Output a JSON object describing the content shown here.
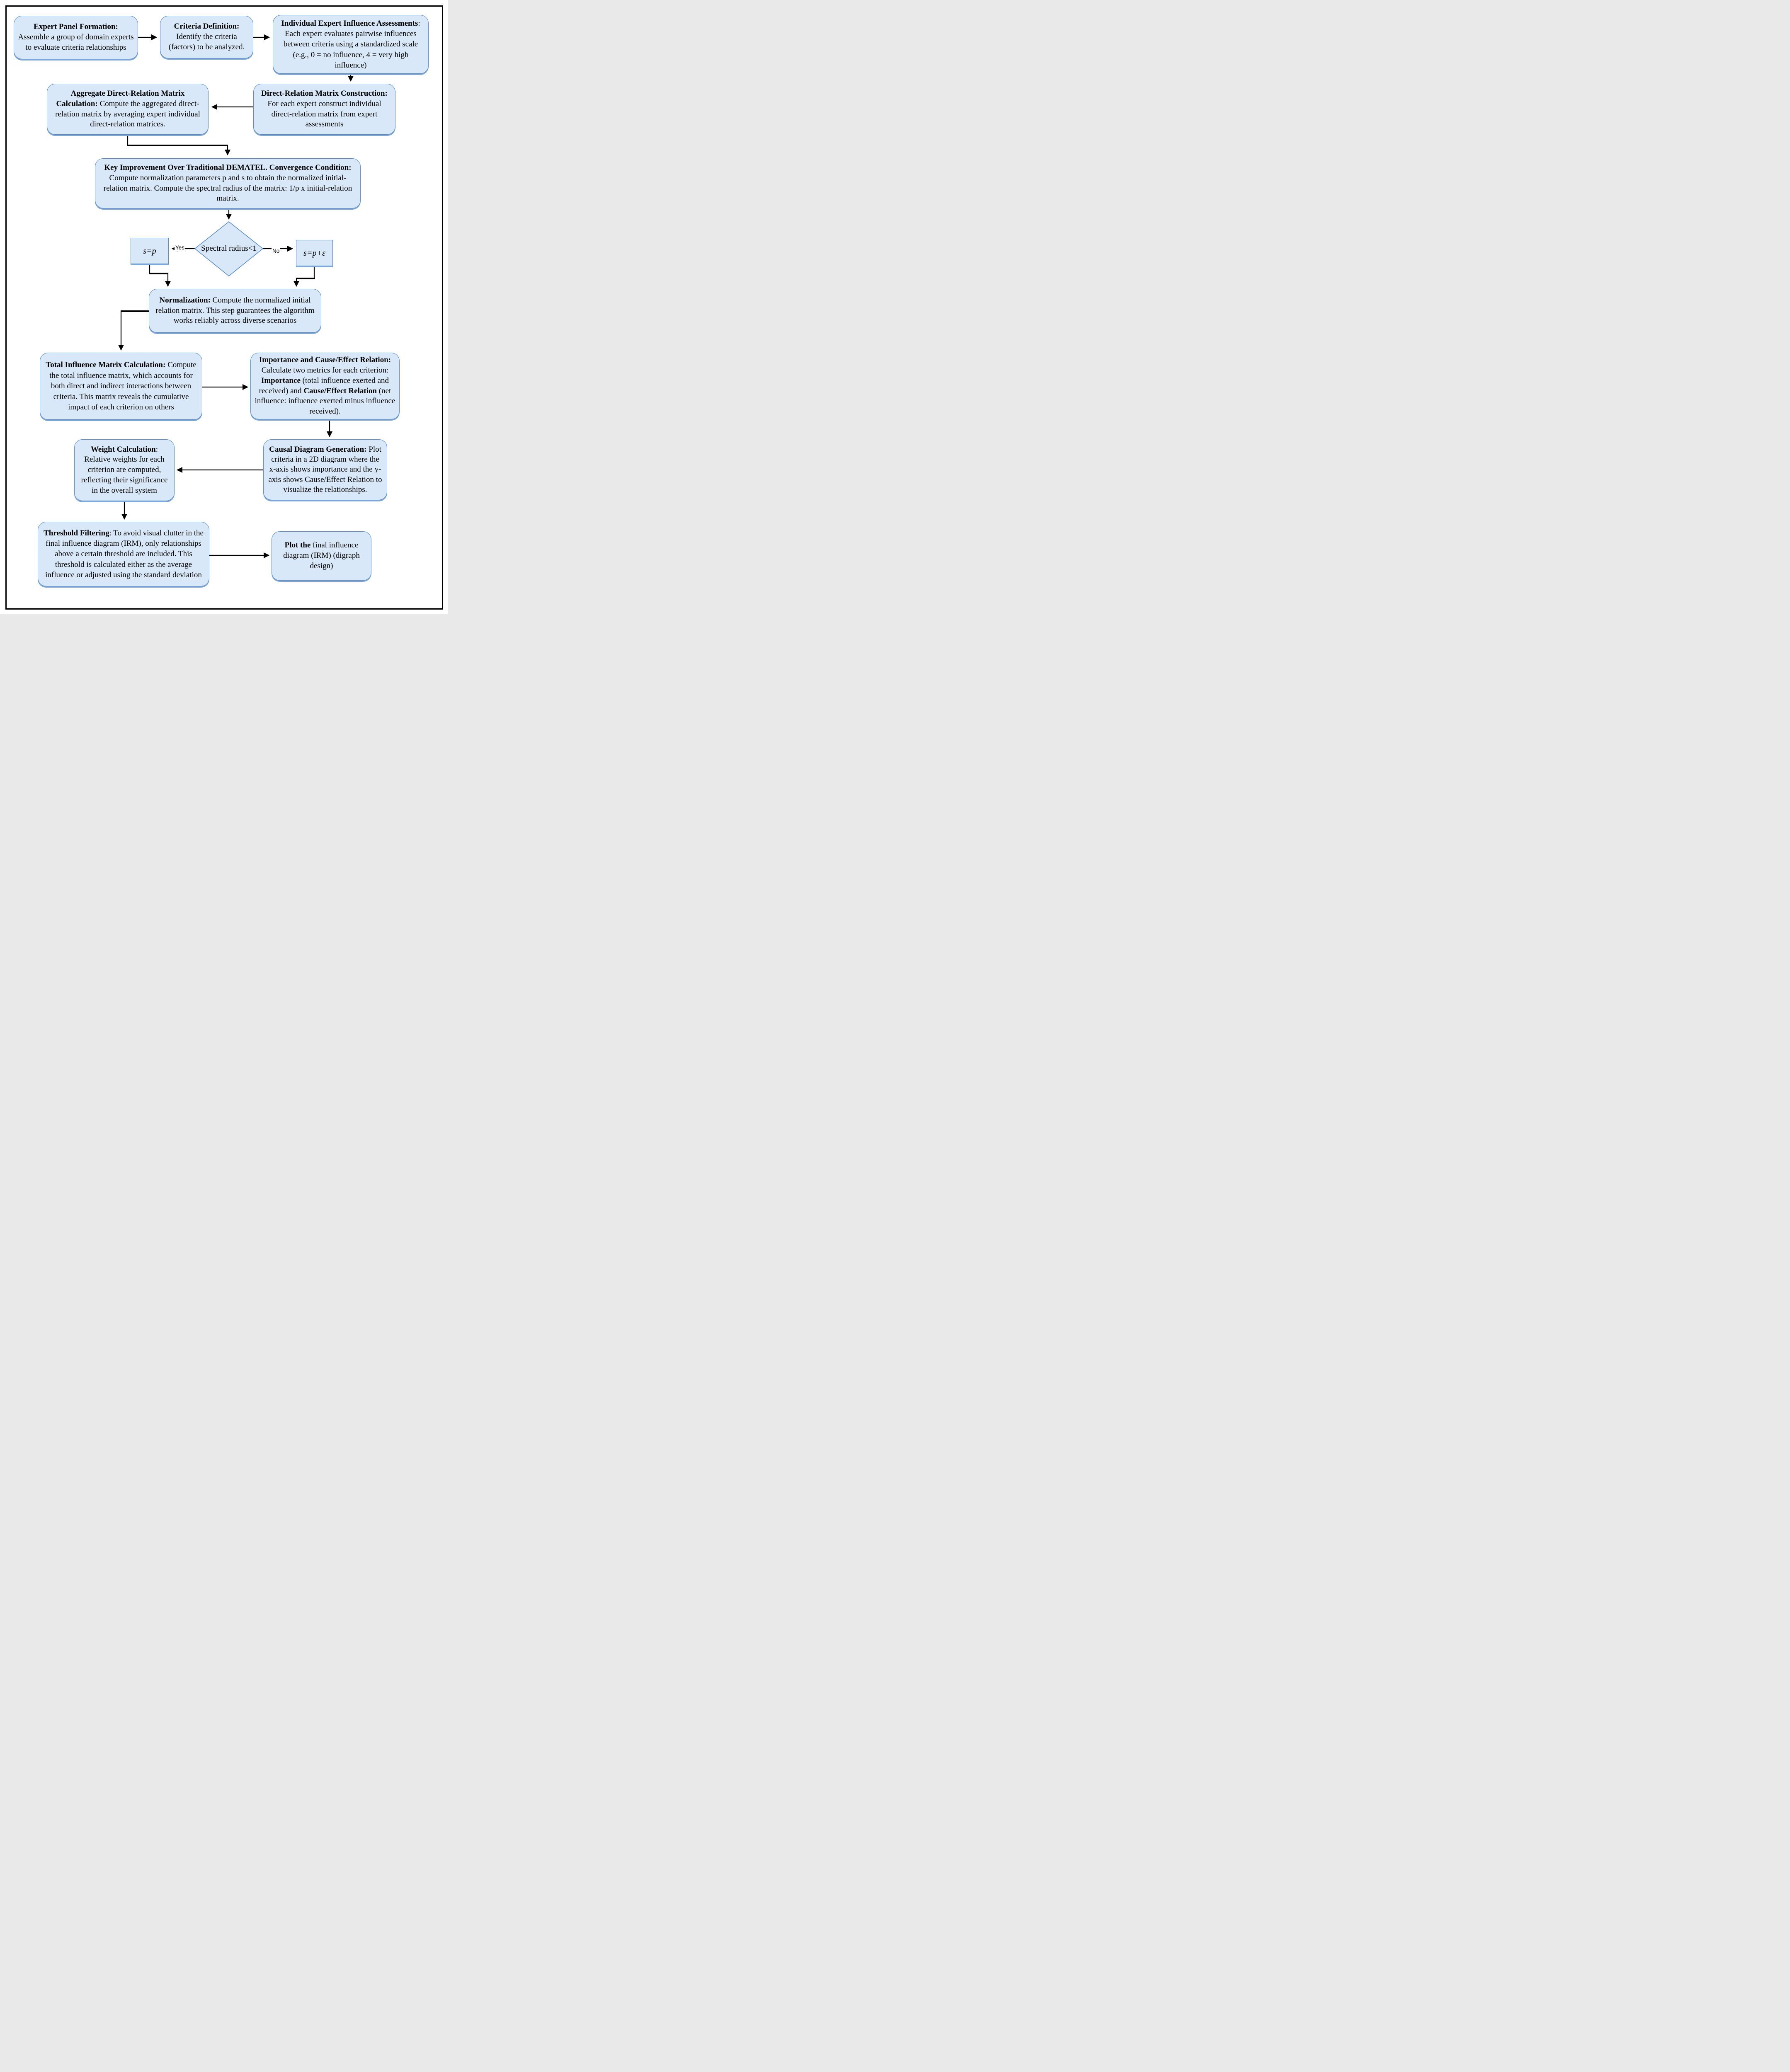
{
  "figure": {
    "type": "flowchart",
    "topic": "DEMATEL method steps"
  },
  "colors": {
    "node_fill": "#d9e8f8",
    "node_border": "#5b8cc4",
    "node_shadow": "#7fa7d6",
    "line": "#000000",
    "text": "#000000",
    "background": "#ffffff"
  },
  "nodes": {
    "expert_panel": {
      "segments": [
        {
          "text": "Expert Panel Formation:",
          "bold": true
        },
        {
          "text": " Assemble a group of domain experts to evaluate criteria relationships"
        }
      ]
    },
    "criteria_definition": {
      "segments": [
        {
          "text": "Criteria Definition:",
          "bold": true
        },
        {
          "text": " Identify the criteria (factors) to be analyzed."
        }
      ]
    },
    "individual_assessments": {
      "segments": [
        {
          "text": "Individual Expert Influence Assessments",
          "bold": true
        },
        {
          "text": ": Each expert evaluates pairwise influences between criteria using a standardized scale (e.g., 0 = no influence, 4 = very high influence)"
        }
      ]
    },
    "direct_relation_construction": {
      "segments": [
        {
          "text": "Direct-Relation Matrix Construction:",
          "bold": true
        },
        {
          "text": " For each expert construct individual direct-relation matrix from expert assessments"
        }
      ]
    },
    "aggregate_matrix": {
      "segments": [
        {
          "text": "Aggregate Direct-Relation Matrix Calculation:",
          "bold": true
        },
        {
          "text": " Compute the aggregated direct-relation matrix by averaging expert individual direct-relation matrices."
        }
      ]
    },
    "key_improvement": {
      "segments": [
        {
          "text": "Key Improvement Over Traditional DEMATEL. Convergence Condition:",
          "bold": true
        },
        {
          "text": " Compute normalization parameters p and s to obtain the normalized initial-relation matrix. Compute the spectral radius of the matrix: 1/p x initial-relation matrix."
        }
      ]
    },
    "spectral_decision": {
      "label": "Spectral radius<1"
    },
    "s_equals_p": {
      "segments": [
        {
          "text": "s=p",
          "italic": true
        }
      ]
    },
    "s_equals_p_plus_eps": {
      "segments": [
        {
          "text": "s=p+ε",
          "italic": true
        }
      ]
    },
    "normalization": {
      "segments": [
        {
          "text": "Normalization:",
          "bold": true
        },
        {
          "text": " Compute the normalized initial relation matrix. This step guarantees the algorithm works reliably across diverse scenarios"
        }
      ]
    },
    "total_influence": {
      "segments": [
        {
          "text": "Total Influence Matrix Calculation:",
          "bold": true
        },
        {
          "text": " Compute the total influence matrix, which accounts for both direct and indirect interactions between criteria. This matrix reveals the cumulative impact of each criterion on others"
        }
      ]
    },
    "importance_cause_effect": {
      "segments": [
        {
          "text": "Importance and Cause/Effect Relation:",
          "bold": true
        },
        {
          "text": " Calculate two metrics for each criterion: "
        },
        {
          "text": "Importance",
          "bold": true
        },
        {
          "text": " (total influence exerted and received) and "
        },
        {
          "text": "Cause/Effect Relation",
          "bold": true
        },
        {
          "text": " (net influence: influence exerted minus influence received)."
        }
      ]
    },
    "causal_diagram": {
      "segments": [
        {
          "text": "Causal Diagram Generation:",
          "bold": true
        },
        {
          "text": " Plot criteria in a 2D diagram where the x-axis shows importance and the y-axis shows Cause/Effect Relation to visualize the relationships."
        }
      ]
    },
    "weight_calculation": {
      "segments": [
        {
          "text": "Weight Calculation",
          "bold": true
        },
        {
          "text": ": Relative weights for each criterion are computed, reflecting their significance in the overall system"
        }
      ]
    },
    "threshold_filtering": {
      "segments": [
        {
          "text": "Threshold Filtering",
          "bold": true
        },
        {
          "text": ": To avoid visual clutter in the final influence diagram (IRM), only relationships above a certain threshold are included. This threshold is calculated either as the average influence or adjusted using the standard deviation"
        }
      ]
    },
    "plot_final": {
      "segments": [
        {
          "text": "Plot the",
          "bold": true
        },
        {
          "text": " final influence diagram (IRM) (digraph design)"
        }
      ]
    }
  },
  "decision_labels": {
    "yes": "Yes",
    "no": "No"
  },
  "edges": [
    {
      "from": "expert_panel",
      "to": "criteria_definition"
    },
    {
      "from": "criteria_definition",
      "to": "individual_assessments"
    },
    {
      "from": "individual_assessments",
      "to": "direct_relation_construction"
    },
    {
      "from": "direct_relation_construction",
      "to": "aggregate_matrix"
    },
    {
      "from": "aggregate_matrix",
      "to": "key_improvement"
    },
    {
      "from": "key_improvement",
      "to": "spectral_decision"
    },
    {
      "from": "spectral_decision",
      "to": "s_equals_p",
      "label": "Yes"
    },
    {
      "from": "spectral_decision",
      "to": "s_equals_p_plus_eps",
      "label": "No"
    },
    {
      "from": "s_equals_p",
      "to": "normalization"
    },
    {
      "from": "s_equals_p_plus_eps",
      "to": "normalization"
    },
    {
      "from": "normalization",
      "to": "total_influence"
    },
    {
      "from": "total_influence",
      "to": "importance_cause_effect"
    },
    {
      "from": "importance_cause_effect",
      "to": "causal_diagram"
    },
    {
      "from": "causal_diagram",
      "to": "weight_calculation"
    },
    {
      "from": "weight_calculation",
      "to": "threshold_filtering"
    },
    {
      "from": "threshold_filtering",
      "to": "plot_final"
    }
  ]
}
